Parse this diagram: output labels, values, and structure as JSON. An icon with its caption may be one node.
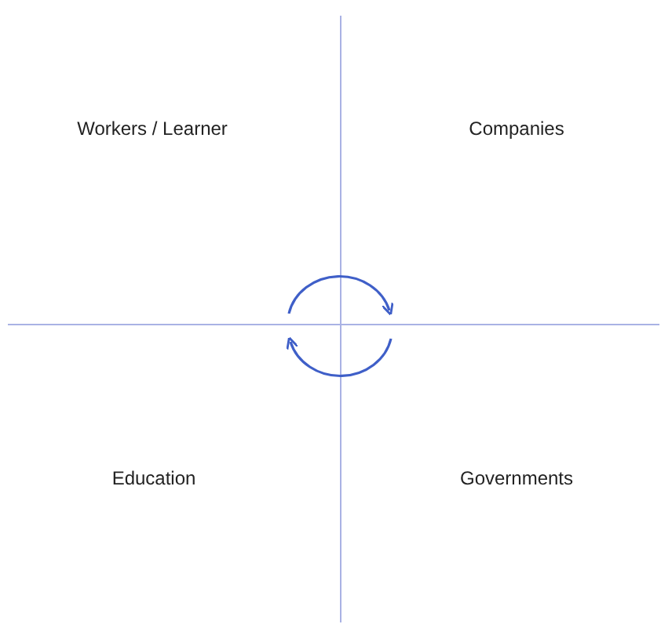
{
  "diagram": {
    "labels": [
      "Workers / Learner",
      "Companies",
      "Education",
      "Governments"
    ]
  }
}
